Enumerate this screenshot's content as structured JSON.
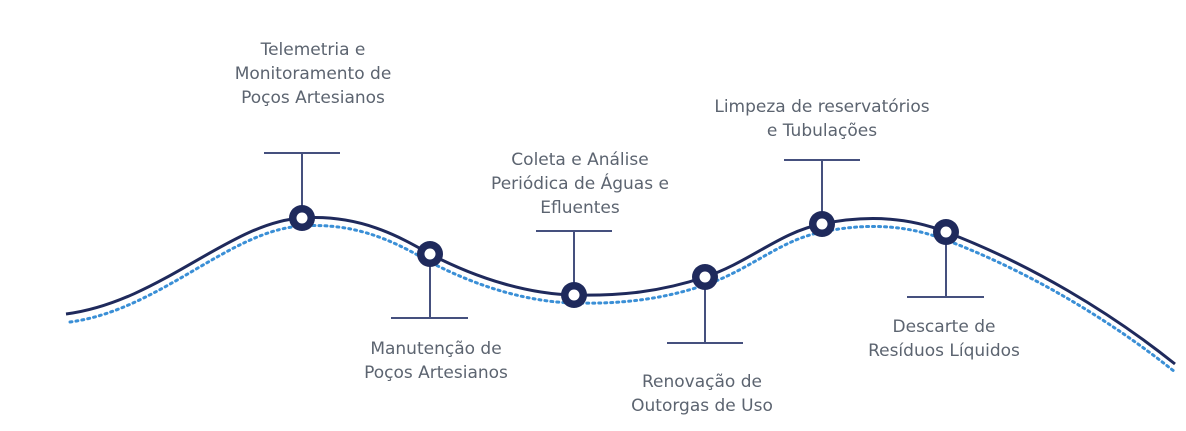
{
  "colors": {
    "line": "#1f2a5c",
    "dotted": "#3a8fd6",
    "stem": "#45507e",
    "text": "#5c6470"
  },
  "milestones": [
    {
      "lines": [
        "Telemetria e",
        "Monitoramento de",
        "Poços Artesianos"
      ]
    },
    {
      "lines": [
        "Manutenção de",
        "Poços Artesianos"
      ]
    },
    {
      "lines": [
        "Coleta e Análise",
        "Periódica de Águas e",
        "Efluentes"
      ]
    },
    {
      "lines": [
        "Renovação de",
        "Outorgas de Uso"
      ]
    },
    {
      "lines": [
        "Limpeza de reservatórios",
        "e Tubulações"
      ]
    },
    {
      "lines": [
        "Descarte de",
        "Resíduos Líquidos"
      ]
    }
  ]
}
